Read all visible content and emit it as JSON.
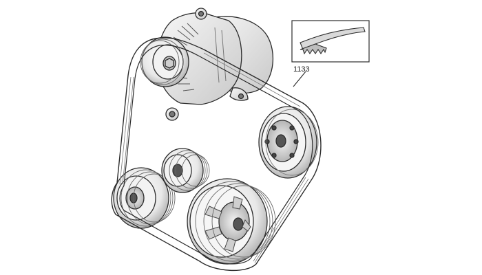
{
  "diagram": {
    "part_number": "1133",
    "colors": {
      "ink": "#2b2b2b",
      "shade": "#9a9a9a",
      "light": "#e6e6e6",
      "paper": "#ffffff"
    },
    "components": [
      "alternator",
      "tensioner-pulley",
      "idler-pulley",
      "small-pulley",
      "crankshaft-pulley",
      "serpentine-belt",
      "belt-profile-inset"
    ]
  }
}
